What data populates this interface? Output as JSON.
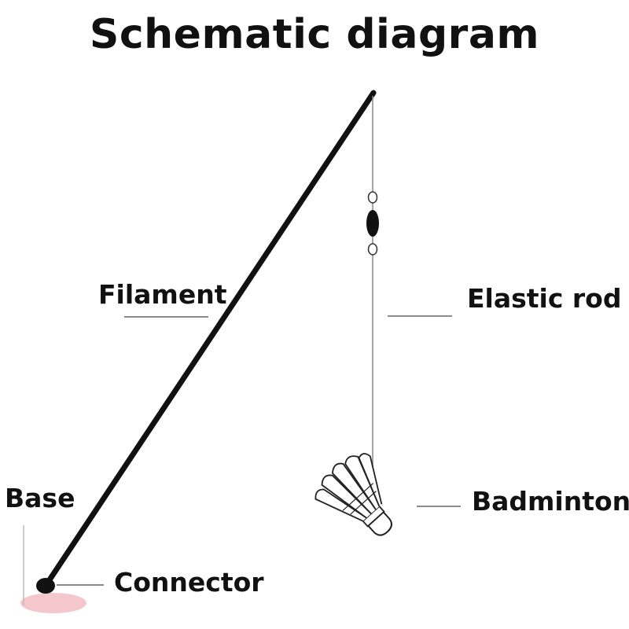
{
  "title": "Schematic diagram",
  "labels": {
    "filament": "Filament",
    "elastic_rod": "Elastic rod",
    "base": "Base",
    "badminton": "Badminton",
    "connector": "Connector"
  },
  "colors": {
    "ink": "#111111",
    "leader": "#666666",
    "base_disc": "#f4c7cc"
  }
}
